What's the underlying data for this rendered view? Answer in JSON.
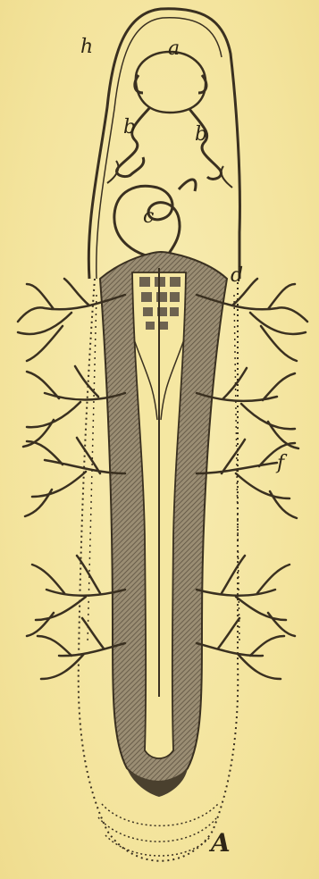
{
  "figure": {
    "labels": {
      "a": "a",
      "b_left": "b",
      "b_right": "b",
      "c": "c",
      "d": "d",
      "f": "f",
      "h": "h",
      "A": "A"
    },
    "colors": {
      "paper": "#f5e7a2",
      "ink": "#3a3020",
      "shade": "#7d705a"
    }
  }
}
